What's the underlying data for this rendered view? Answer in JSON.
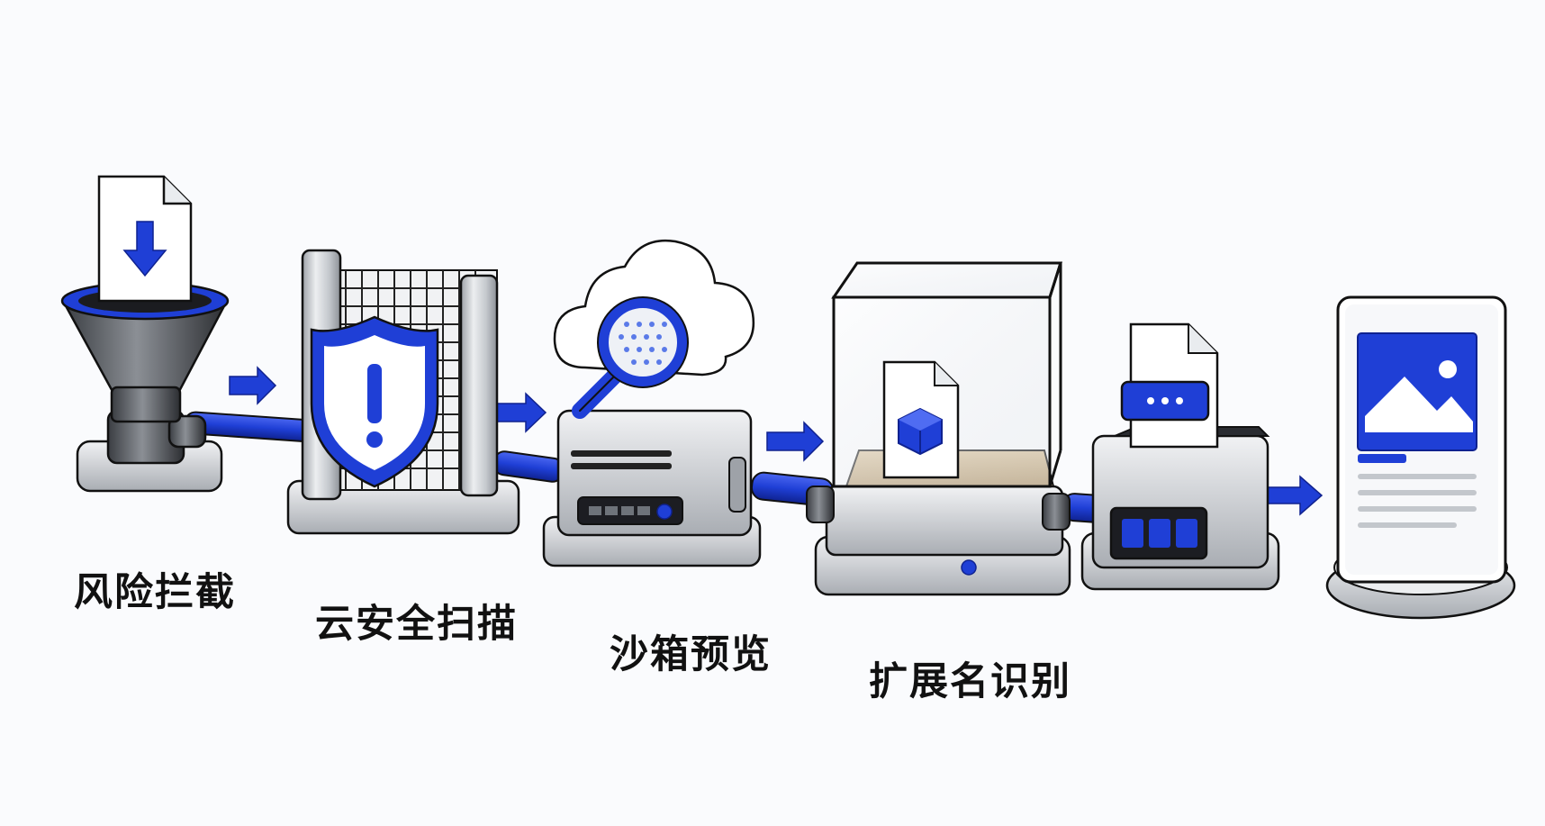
{
  "colors": {
    "accent": "#1f3fd6",
    "accent_dark": "#12269a",
    "metal": "#c9cdd2",
    "metal_dark": "#8c9096",
    "outline": "#1b1b1b"
  },
  "stages": [
    {
      "id": "risk-intercept",
      "label": "风险拦截",
      "icon": "funnel-with-download-file-icon"
    },
    {
      "id": "cloud-security-scan",
      "label": "云安全扫描",
      "icon": "shield-with-grid-filter-icon"
    },
    {
      "id": "sandbox-preview",
      "label": "沙箱预览",
      "icon": "cloud-magnifier-server-icon"
    },
    {
      "id": "extension-recognition",
      "label": "扩展名识别",
      "icon": "glass-sandbox-file-cube-icon"
    },
    {
      "id": "output",
      "label": "",
      "icon": "file-type-detector-icon"
    },
    {
      "id": "image-preview",
      "label": "",
      "icon": "image-document-display-icon"
    }
  ]
}
